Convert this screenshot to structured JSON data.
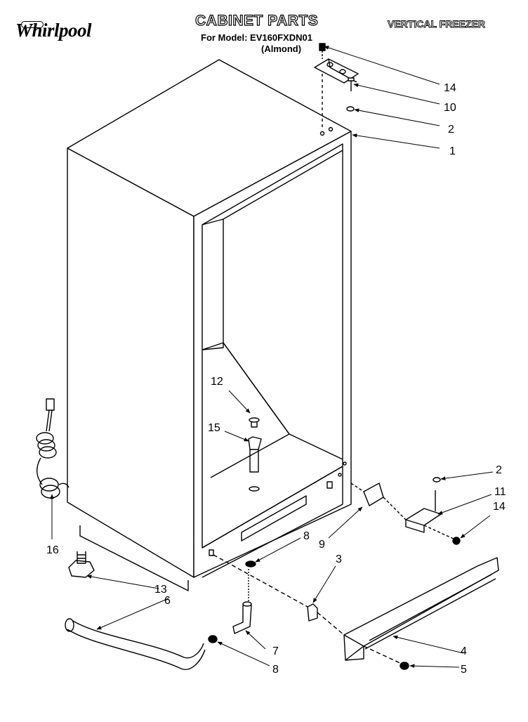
{
  "header": {
    "brand": "Whirlpool",
    "title": "CABINET PARTS",
    "model_line": "For Model: EV160FXDN01",
    "color_line": "(Almond)",
    "product": "VERTICAL FREEZER"
  },
  "callouts": [
    {
      "id": "c14a",
      "label": "14"
    },
    {
      "id": "c10",
      "label": "10"
    },
    {
      "id": "c2a",
      "label": "2"
    },
    {
      "id": "c1",
      "label": "1"
    },
    {
      "id": "c12",
      "label": "12"
    },
    {
      "id": "c15",
      "label": "15"
    },
    {
      "id": "c2b",
      "label": "2"
    },
    {
      "id": "c11",
      "label": "11"
    },
    {
      "id": "c14b",
      "label": "14"
    },
    {
      "id": "c9",
      "label": "9"
    },
    {
      "id": "c16",
      "label": "16"
    },
    {
      "id": "c8a",
      "label": "8"
    },
    {
      "id": "c3",
      "label": "3"
    },
    {
      "id": "c13",
      "label": "13"
    },
    {
      "id": "c6",
      "label": "6"
    },
    {
      "id": "c7",
      "label": "7"
    },
    {
      "id": "c4",
      "label": "4"
    },
    {
      "id": "c8b",
      "label": "8"
    },
    {
      "id": "c5",
      "label": "5"
    }
  ],
  "colors": {
    "ink": "#000000",
    "paper": "#ffffff"
  }
}
